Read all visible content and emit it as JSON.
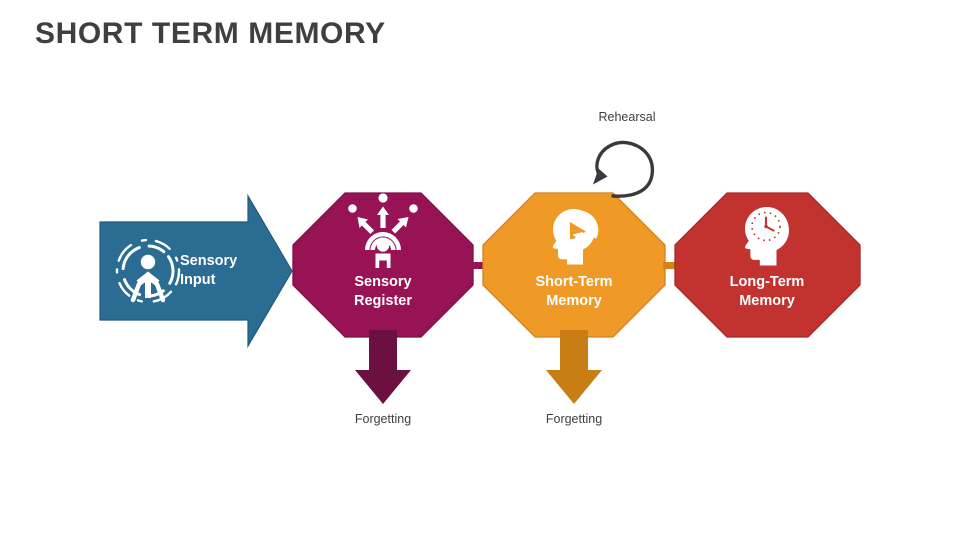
{
  "page": {
    "title": "SHORT TERM MEMORY",
    "background_color": "#ffffff",
    "title_color": "#3f3f3f"
  },
  "diagram": {
    "type": "memory-process-flow",
    "input": {
      "label": "Sensory\nInput",
      "shape": "right-arrow",
      "color": "#2a6c92",
      "icon": "person-in-rings-icon"
    },
    "stages": [
      {
        "id": "sensory-register",
        "label": "Sensory\nRegister",
        "shape": "octagon",
        "color": "#971355",
        "border_color": "#7d0f46",
        "icon": "person-with-signal-arcs-icon",
        "loss": {
          "label": "Forgetting",
          "arrow_color": "#6b1040"
        }
      },
      {
        "id": "short-term-memory",
        "label": "Short-Term\nMemory",
        "shape": "octagon",
        "color": "#ef9a26",
        "border_color": "#d4821a",
        "icon": "head-with-refresh-arrow-icon",
        "loss": {
          "label": "Forgetting",
          "arrow_color": "#c87e15"
        },
        "loop": {
          "label": "Rehearsal",
          "arrow_color": "#3a3a3a"
        }
      },
      {
        "id": "long-term-memory",
        "label": "Long-Term\nMemory",
        "shape": "octagon",
        "color": "#c23330",
        "border_color": "#a82a27",
        "icon": "head-with-clock-icon"
      }
    ],
    "connectors": [
      {
        "from": "sensory-register",
        "to": "short-term-memory",
        "color": "#971355"
      },
      {
        "from": "short-term-memory",
        "to": "long-term-memory",
        "color": "#d4821a"
      }
    ]
  }
}
